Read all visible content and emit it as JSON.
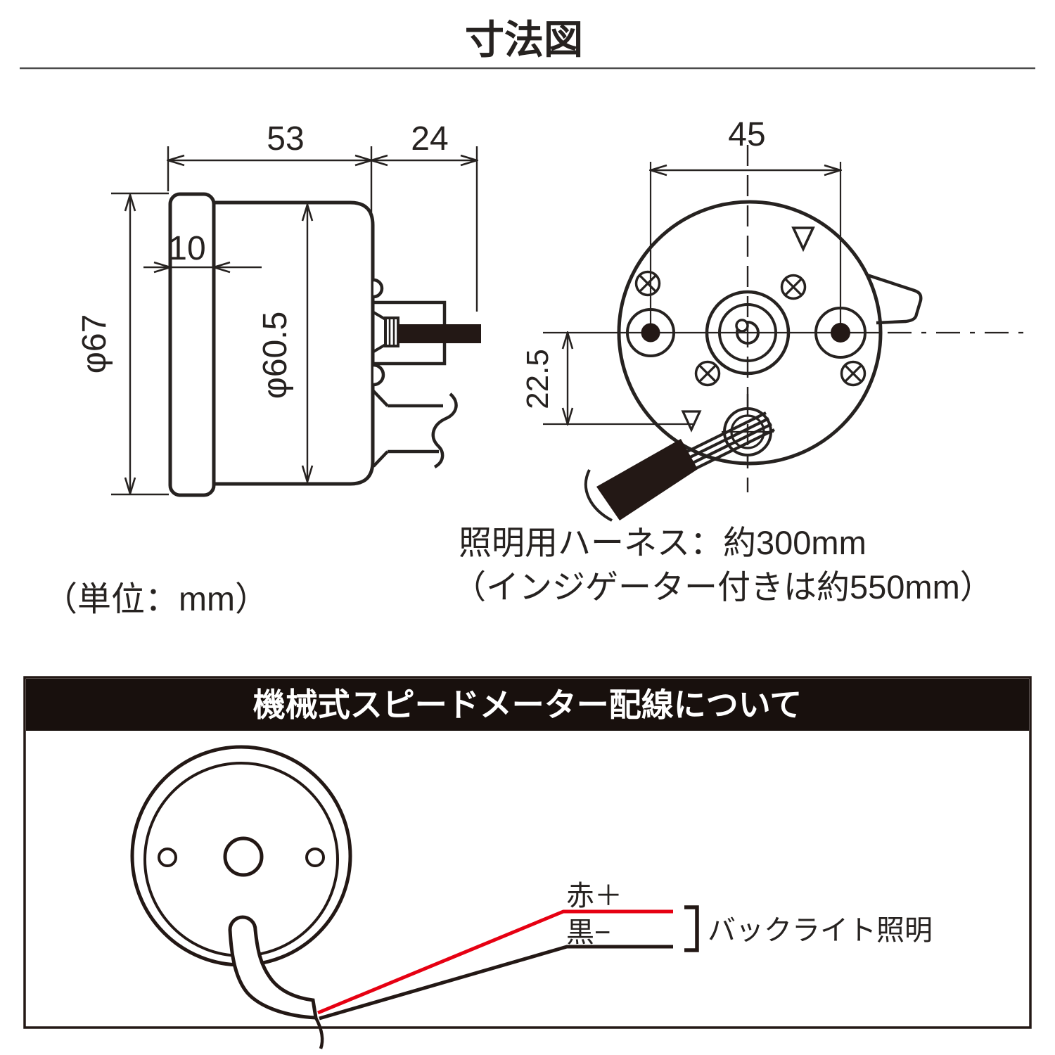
{
  "page": {
    "title": "寸法図",
    "unit_note": "（単位：mm）"
  },
  "side_view": {
    "dim_total_depth": "53",
    "dim_shaft_length": "24",
    "dim_bezel_thickness": "10",
    "dim_bezel_diameter": "φ67",
    "dim_body_diameter": "φ60.5"
  },
  "back_view": {
    "dim_mount_spacing": "45",
    "dim_harness_offset": "22.5",
    "harness_note_line1": "照明用ハーネス：約300mm",
    "harness_note_line2": "（インジゲーター付きは約550mm）"
  },
  "wiring": {
    "header": "機械式スピードメーター配線について",
    "red_wire_label": "赤＋",
    "black_wire_label": "黒−",
    "bracket_label": "バックライト照明",
    "red_color": "#e60012",
    "line_color": "#231815"
  }
}
